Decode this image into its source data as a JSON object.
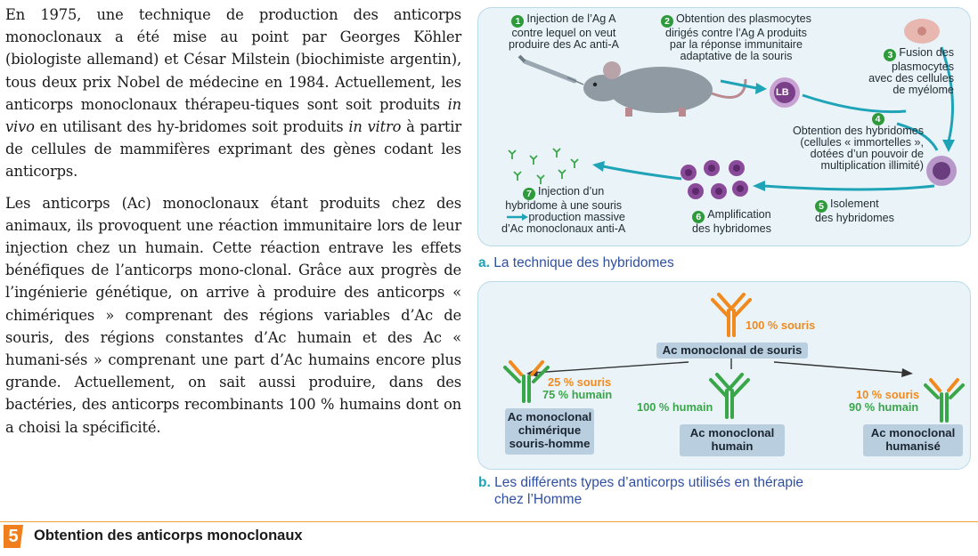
{
  "text": {
    "p1": [
      "En 1975, une technique de production des anticorps monoclonaux a été mise au point par Georges Köhler (biologiste allemand) et César Milstein (biochimiste argentin), tous deux prix Nobel de médecine en 1984. Actuellement, les anticorps monoclonaux thérapeu-tiques sont soit produits ",
      "in vivo",
      " en utilisant des hy-bridomes soit produits ",
      "in vitro",
      " à partir de cellules de mammifères exprimant des gènes codant les anticorps."
    ],
    "p2": "Les anticorps (Ac) monoclonaux étant produits chez des animaux, ils provoquent une réaction immunitaire lors de leur injection chez un humain. Cette réaction entrave les effets bénéfiques de l’anticorps mono-clonal. Grâce aux progrès de l’ingénierie génétique, on arrive à produire des anticorps « chimériques » comprenant des régions variables d’Ac de souris, des régions constantes d’Ac humain et des Ac « humani-sés » comprenant une part d’Ac humains encore plus grande. Actuellement, on sait aussi produire, dans des bactéries, des anticorps recombinants 100 % humains dont on a choisi la spécificité."
  },
  "figA": {
    "steps": {
      "s1": {
        "n": "1",
        "lines": [
          "Injection de l’Ag A",
          "contre lequel on veut",
          "produire des Ac anti-A"
        ]
      },
      "s2": {
        "n": "2",
        "lines": [
          "Obtention des plasmocytes",
          "dirigés contre l’Ag A produits",
          "par la réponse immunitaire",
          "adaptative de la souris"
        ]
      },
      "s3": {
        "n": "3",
        "lines": [
          "Fusion des",
          "plasmocytes",
          "avec des cellules",
          "de myélome"
        ]
      },
      "s4": {
        "n": "4",
        "lines": [
          "Obtention des hybridomes",
          "(cellules « immortelles »,",
          "dotées d’un pouvoir de",
          "multiplication illimité)"
        ]
      },
      "s5": {
        "n": "5",
        "lines": [
          "Isolement",
          "des hybridomes"
        ]
      },
      "s6": {
        "n": "6",
        "lines": [
          "Amplification",
          "des hybridomes"
        ]
      },
      "s7": {
        "n": "7",
        "lines": [
          "Injection d’un",
          "hybridome à une souris",
          "production massive",
          "d’Ac monoclonaux anti-A"
        ]
      }
    },
    "lb": "LB",
    "caption_letter": "a.",
    "caption": "La technique des hybridomes"
  },
  "figB": {
    "top_pct": "100 % souris",
    "top_box": "Ac monoclonal de souris",
    "left_pct1": "25 % souris",
    "left_pct2": "75 % humain",
    "left_box": [
      "Ac monoclonal",
      "chimérique",
      "souris-homme"
    ],
    "mid_pct": "100 % humain",
    "mid_box": [
      "Ac monoclonal",
      "humain"
    ],
    "right_pct1": "10 % souris",
    "right_pct2": "90 % humain",
    "right_box": [
      "Ac monoclonal",
      "humanisé"
    ],
    "caption_letter": "b.",
    "caption1": "Les différents types d’anticorps utilisés en thérapie",
    "caption2": "chez l’Homme"
  },
  "section": {
    "number": "5",
    "title": "Obtention des anticorps monoclonaux"
  },
  "colors": {
    "teal": "#1fa3b7",
    "green": "#3aa64a",
    "orange": "#f08a1e",
    "purple": "#8a4a9a",
    "box": "#b9cfe0"
  }
}
